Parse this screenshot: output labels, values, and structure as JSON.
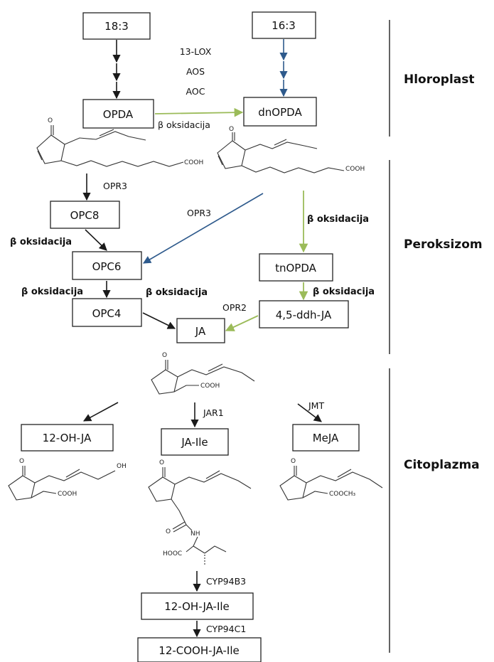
{
  "boxes": {
    "c18_3": "18:3",
    "c16_3": "16:3",
    "opda": "OPDA",
    "dnopda": "dnOPDA",
    "opc8": "OPC8",
    "opc6": "OPC6",
    "opc4": "OPC4",
    "tnopda": "tnOPDA",
    "ddh_ja": "4,5-ddh-JA",
    "ja": "JA",
    "oh_ja": "12-OH-JA",
    "ja_ile": "JA-Ile",
    "meja": "MeJA",
    "oh_ja_ile": "12-OH-JA-Ile",
    "cooh_ja_ile": "12-COOH-JA-Ile"
  },
  "labels": {
    "lox": "13-LOX",
    "aos": "AOS",
    "aoc": "AOC",
    "beta_ox": "β oksidacija",
    "opr3": "OPR3",
    "opr2": "OPR2",
    "jar1": "JAR1",
    "jmt": "JMT",
    "cyp94b3": "CYP94B3",
    "cyp94c1": "CYP94C1"
  },
  "chem_text": {
    "o": "O",
    "nh": "NH",
    "cooh": "COOH",
    "hooc": "HOOC",
    "oh": "OH",
    "cooch3": "COOCH₃"
  },
  "compartments": {
    "chloroplast": "Hloroplast",
    "peroxisome": "Peroksizom",
    "cytoplasm": "Citoplazma"
  },
  "colors": {
    "black_arrow": "#1a1a1a",
    "blue_arrow": "#2e5a8c",
    "green_arrow": "#9bbb59"
  }
}
